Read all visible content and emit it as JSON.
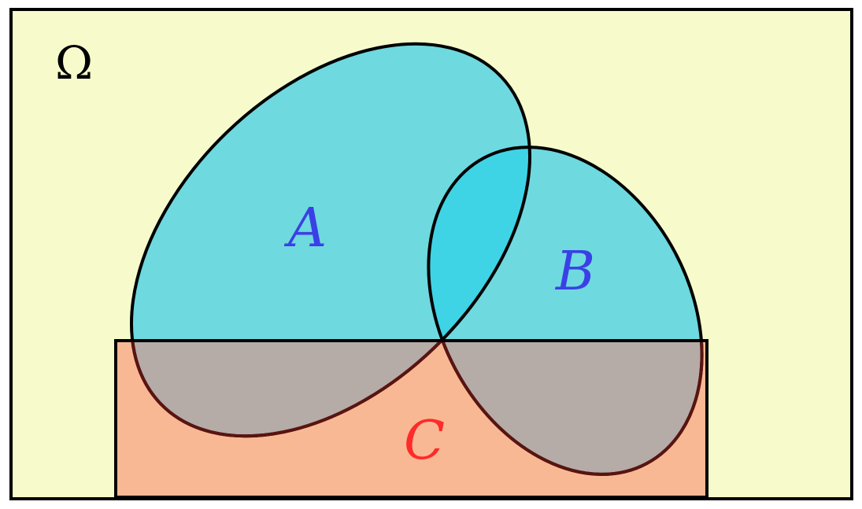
{
  "universe": {
    "label": "Ω",
    "fill": "#f7fbcb",
    "stroke": "#000000"
  },
  "sets": [
    {
      "id": "A",
      "label": "A",
      "fill": "#6ed9df",
      "label_color": "#3a40e6"
    },
    {
      "id": "B",
      "label": "B",
      "fill": "#6ed9df",
      "label_color": "#3a40e6"
    },
    {
      "id": "C",
      "label": "C",
      "fill": "#f9b894",
      "label_color": "#ff2a2a"
    }
  ],
  "overlap_colors": {
    "A_and_B": "#3fd3e6",
    "A_and_C": "#b5aba7",
    "B_and_C": "#b5aba7"
  }
}
